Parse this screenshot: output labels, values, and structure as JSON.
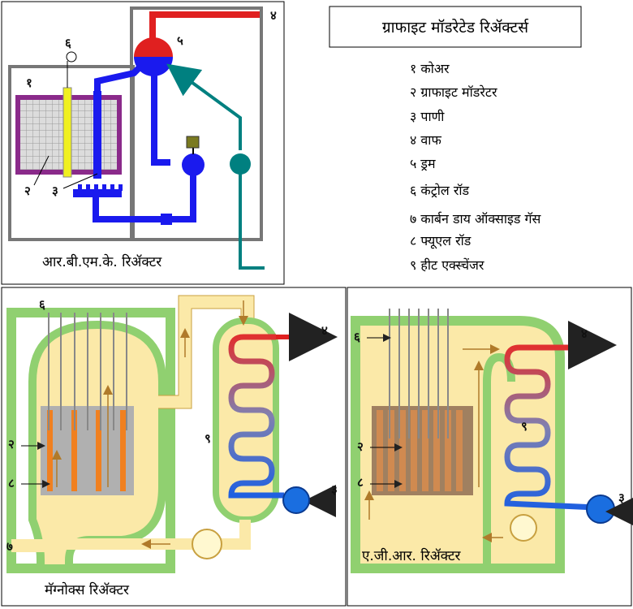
{
  "title": "ग्राफाइट मॉडरेटेड रिॲक्टर्स",
  "legend": [
    "१ कोअर",
    "२ ग्राफाइट मॉडरेटर",
    "३ पाणी",
    "४ वाफ",
    "५ ड्रम",
    "६ कंट्रोल रॉड",
    "७ कार्बन डाय ऑक्साइड गॅस",
    "८ फ्यूएल रॉड",
    "९ हीट एक्स्चेंजर"
  ],
  "rbmk": {
    "caption": "आर.बी.एम.के. रिॲक्टर",
    "labels": {
      "core": "१",
      "moderator": "२",
      "water": "३",
      "steam": "४",
      "drum": "५",
      "control_rod": "६"
    }
  },
  "magnox": {
    "caption": "मॅग्नोक्स रिॲक्टर",
    "labels": {
      "control_rod": "६",
      "moderator": "२",
      "fuel_rod": "८",
      "co2": "७",
      "heat_exchanger": "९",
      "steam": "४",
      "water": "३"
    }
  },
  "agr": {
    "caption": "ए.जी.आर. रिॲक्टर",
    "labels": {
      "control_rod": "६",
      "moderator": "२",
      "fuel_rod": "८",
      "heat_exchanger": "९",
      "steam": "४",
      "water": "३"
    }
  },
  "colors": {
    "steam": "#e02020",
    "water": "#1a1aee",
    "co2_gas": "#008080",
    "vessel": "#90d070",
    "gas": "#fbe9a8",
    "core_grid": "#8a2a8a",
    "control_rod": "#f0f020",
    "fuel": "#f08020",
    "gray": "#888888"
  }
}
